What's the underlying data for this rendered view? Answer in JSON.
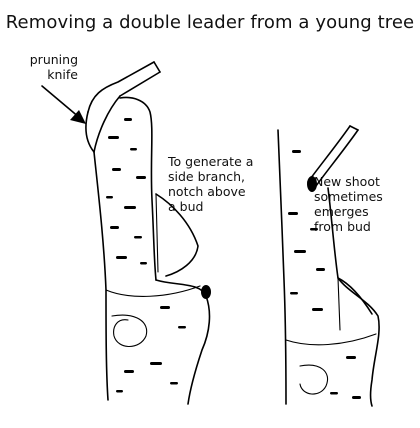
{
  "title": "Removing a double leader from a young tree",
  "labels": {
    "pruning_knife": "pruning\nknife",
    "notch": "To generate a\nside branch,\nnotch above\na bud",
    "new_shoot": "New shoot\nsometimes\nemerges\nfrom bud"
  },
  "icons": [
    "pruning-knife",
    "tree-trunk-notched",
    "tree-trunk-with-shoot",
    "pointer-arrow"
  ]
}
